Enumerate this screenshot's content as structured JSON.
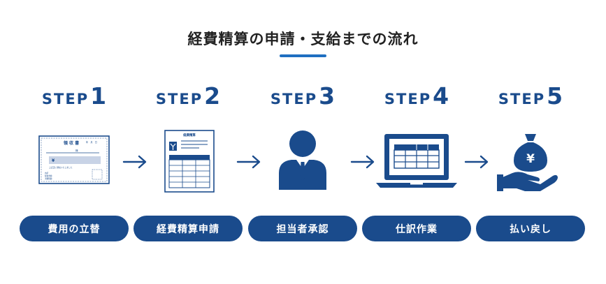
{
  "title": "経費精算の申請・支給までの流れ",
  "colors": {
    "primary": "#1a4b8c",
    "accent": "#1f6fc1",
    "title": "#222222"
  },
  "steps": [
    {
      "word": "STEP",
      "num": "1",
      "label": "費用の立替",
      "icon": "receipt-icon",
      "receipt": {
        "header": "領 収 書",
        "meta": "年　月　日",
        "name": "様",
        "amount": "¥",
        "note": "上記正に領収いたしました",
        "footer": [
          "内訳",
          "税抜金額",
          "消費税額"
        ]
      }
    },
    {
      "word": "STEP",
      "num": "2",
      "label": "経費精算申請",
      "icon": "expense-form-icon",
      "form": {
        "header": "経費精算"
      }
    },
    {
      "word": "STEP",
      "num": "3",
      "label": "担当者承認",
      "icon": "manager-person-icon"
    },
    {
      "word": "STEP",
      "num": "4",
      "label": "仕訳作業",
      "icon": "laptop-spreadsheet-icon"
    },
    {
      "word": "STEP",
      "num": "5",
      "label": "払い戻し",
      "icon": "money-bag-hand-icon",
      "bag": {
        "symbol": "¥"
      }
    }
  ],
  "arrows": [
    "arrow-right-icon",
    "arrow-right-icon",
    "arrow-right-icon",
    "arrow-right-icon"
  ]
}
